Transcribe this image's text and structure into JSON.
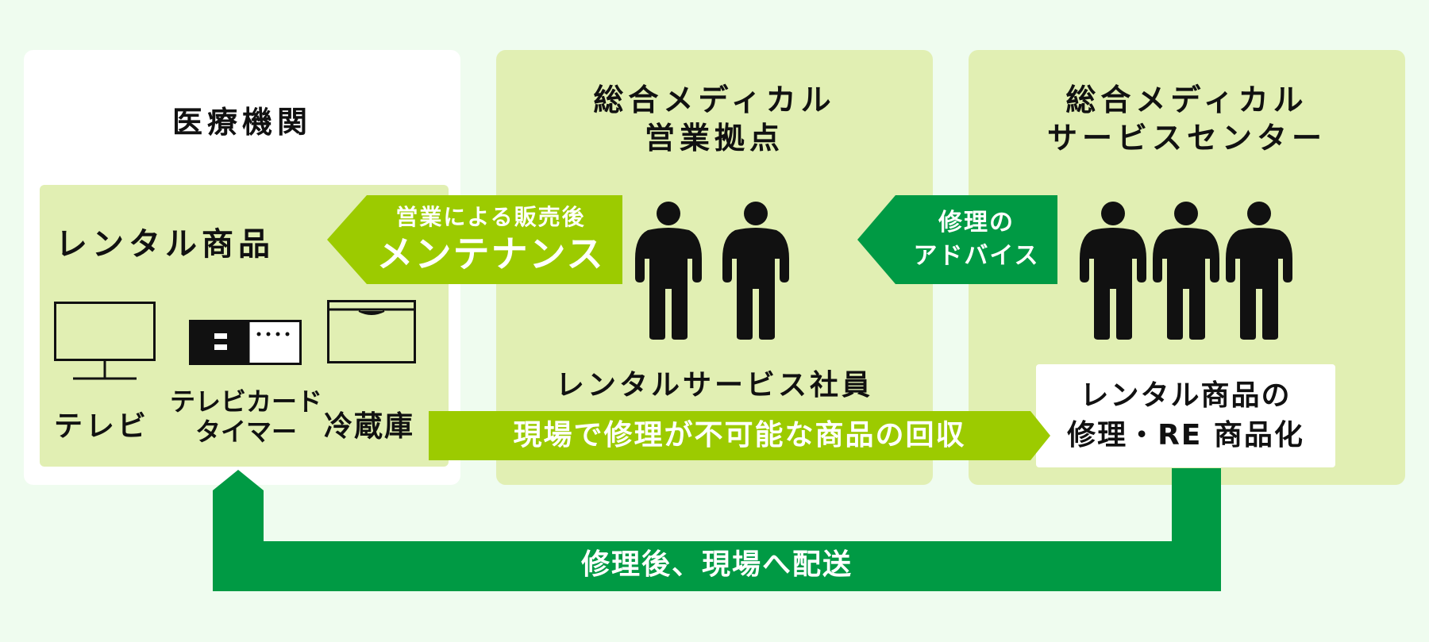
{
  "colors": {
    "background": "#effcef",
    "panel_green": "#e1efb3",
    "panel_white": "#ffffff",
    "arrow_light_green": "#9ccb00",
    "arrow_dark_green": "#009a44",
    "icon_black": "#111111"
  },
  "medical": {
    "title": "医療機関",
    "rental_title": "レンタル商品",
    "products": [
      {
        "icon": "tv-icon",
        "label": "テレビ"
      },
      {
        "icon": "tv-card-timer-icon",
        "label_line1": "テレビカード",
        "label_line2": "タイマー"
      },
      {
        "icon": "refrigerator-icon",
        "label": "冷蔵庫"
      }
    ]
  },
  "sales_base": {
    "title_line1": "総合メディカル",
    "title_line2": "営業拠点",
    "staff_label": "レンタルサービス社員",
    "staff_icons": [
      "person-icon",
      "person-icon"
    ]
  },
  "service_center": {
    "title_line1": "総合メディカル",
    "title_line2": "サービスセンター",
    "staff_icons": [
      "person-icon",
      "person-icon",
      "person-icon"
    ],
    "work_line1": "レンタル商品の",
    "work_line2": "修理・RE 商品化"
  },
  "arrows": {
    "maintenance_line1": "営業による販売後",
    "maintenance_line2": "メンテナンス",
    "advice_line1": "修理の",
    "advice_line2": "アドバイス",
    "collection": "現場で修理が不可能な商品の回収",
    "delivery": "修理後、現場へ配送"
  }
}
